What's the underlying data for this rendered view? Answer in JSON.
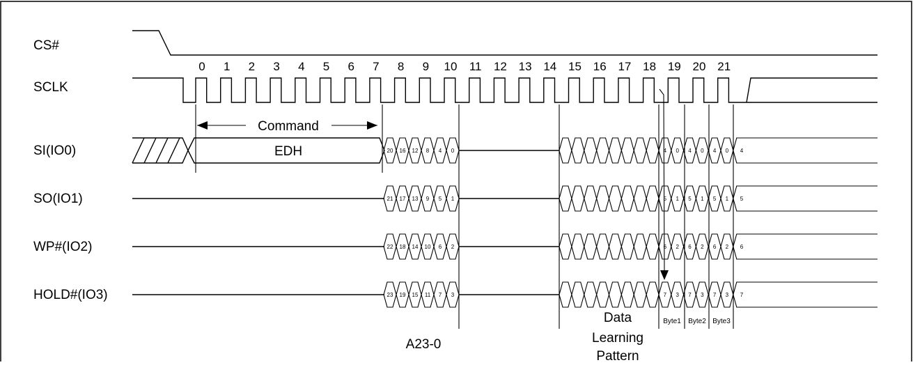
{
  "signals": {
    "cs": "CS#",
    "sclk": "SCLK",
    "si": "SI(IO0)",
    "so": "SO(IO1)",
    "wp": "WP#(IO2)",
    "hold": "HOLD#(IO3)"
  },
  "clock_numbers": [
    "0",
    "1",
    "2",
    "3",
    "4",
    "5",
    "6",
    "7",
    "8",
    "9",
    "10",
    "11",
    "12",
    "13",
    "14",
    "15",
    "16",
    "17",
    "18",
    "19",
    "20",
    "21"
  ],
  "command": {
    "label": "Command",
    "code": "EDH"
  },
  "address_bits": {
    "si": [
      "20",
      "16",
      "12",
      "8",
      "4",
      "0"
    ],
    "so": [
      "21",
      "17",
      "13",
      "9",
      "5",
      "1"
    ],
    "wp": [
      "22",
      "18",
      "14",
      "10",
      "6",
      "2"
    ],
    "hold": [
      "23",
      "19",
      "15",
      "11",
      "7",
      "3"
    ]
  },
  "data_bits": {
    "si": [
      "4",
      "0",
      "4",
      "0",
      "4",
      "0",
      "4"
    ],
    "so": [
      "5",
      "1",
      "5",
      "1",
      "5",
      "1",
      "5"
    ],
    "wp": [
      "6",
      "2",
      "6",
      "2",
      "6",
      "2",
      "6"
    ],
    "hold": [
      "7",
      "3",
      "7",
      "3",
      "7",
      "3",
      "7"
    ]
  },
  "labels": {
    "address": "A23-0",
    "pattern": [
      "Data",
      "Learning",
      "Pattern"
    ],
    "bytes": [
      "Byte1",
      "Byte2",
      "Byte3"
    ]
  }
}
